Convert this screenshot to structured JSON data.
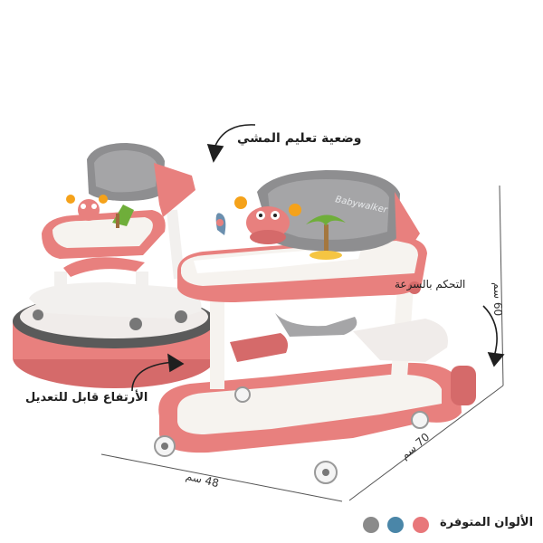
{
  "labels": {
    "walk_mode": "وضعية تعليم المشي",
    "speed_control": "التحكم بالسرعة",
    "adjustable_height": "الأرتفاع قابل للتعديل",
    "available_colors": "الألوان المتوفرة"
  },
  "dimensions": {
    "height": "60 سم",
    "depth": "70 سم",
    "width": "48 سم"
  },
  "product": {
    "seat_brand": "Babywalker"
  },
  "colors": {
    "coral": "#e8777a",
    "blue": "#4a86a8",
    "grey": "#8a8a8a",
    "body": "#e8807e",
    "body_dark": "#d56a6a",
    "white": "#f6f3ef",
    "seat": "#8e8e90"
  }
}
